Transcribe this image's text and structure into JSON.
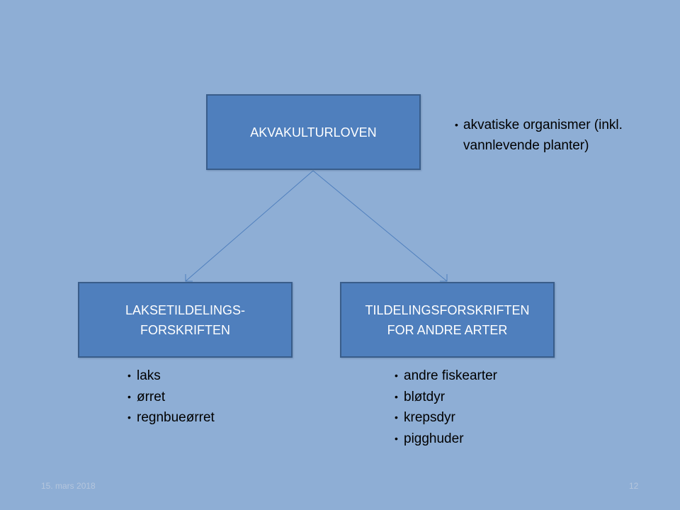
{
  "slide": {
    "background_color": "#8eaed5",
    "box_color": "#4f7fbd",
    "box_border_color": "#395d8a",
    "connector_color": "#4f7fbd"
  },
  "boxes": {
    "top": {
      "label": "AKVAKULTURLOVEN"
    },
    "left": {
      "label": "LAKSETILDELINGS-\nFORSKRIFTEN"
    },
    "right": {
      "label": "TILDELINGSFORSKRIFTEN\nFOR ANDRE ARTER"
    }
  },
  "lists": {
    "top": {
      "items": [
        "akvatiske organismer  (inkl. vannlevende planter)"
      ]
    },
    "left": {
      "items": [
        "laks",
        "ørret",
        "regnbueørret"
      ]
    },
    "right": {
      "items": [
        "andre fiskearter",
        "bløtdyr",
        "krepsdyr",
        "pigghuder"
      ]
    }
  },
  "footer": {
    "date": "15. mars 2018",
    "page_number": "12"
  }
}
